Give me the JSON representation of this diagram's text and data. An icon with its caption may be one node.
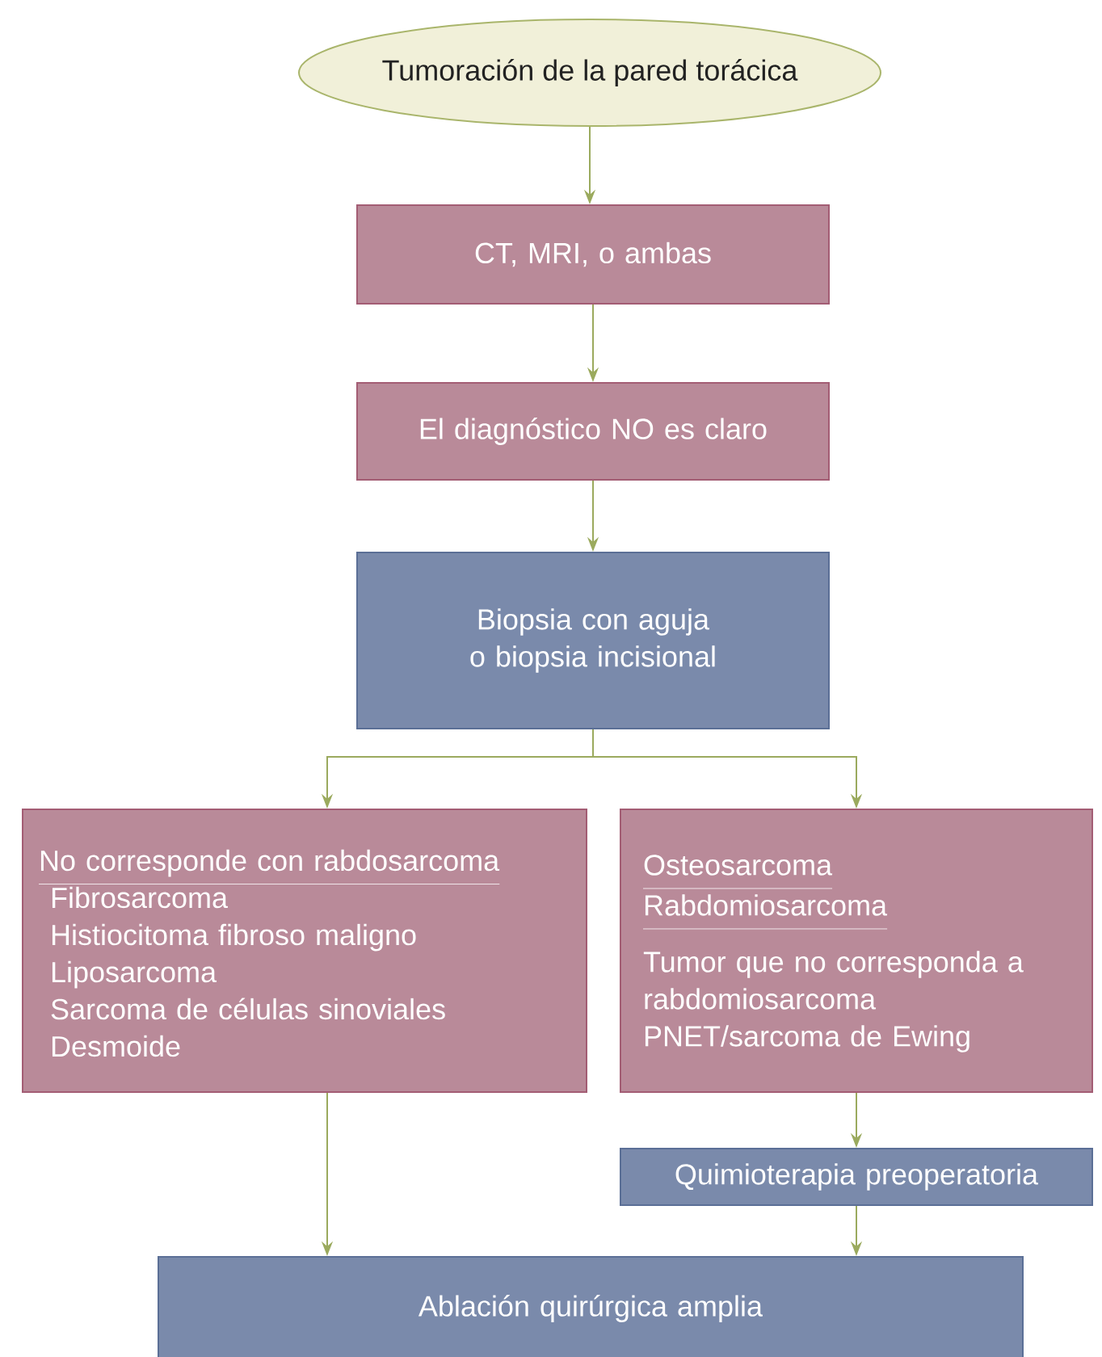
{
  "diagram": {
    "nodes": [
      {
        "text": [
          "Tumoración de la pared torácica"
        ]
      },
      {
        "text": [
          "CT, MRI, o ambas"
        ]
      },
      {
        "text": [
          "El diagnóstico NO es claro"
        ]
      },
      {
        "text": [
          "Biopsia con aguja o biopsia incisional"
        ]
      },
      {
        "text": [
          "No corresponde con rabdosarcoma",
          "Fibrosarcoma",
          "Histiocitoma fibroso maligno",
          "Liposarcoma",
          "Sarcoma de células sinoviales",
          "Desmoide"
        ]
      },
      {
        "text": [
          "Osteosarcoma Rabdomiosarcoma",
          "Tumor que no corresponda a rabdomiosarcoma",
          "PNET/sarcoma de Ewing"
        ]
      },
      {
        "text": [
          "Quimioterapia preoperatoria"
        ]
      },
      {
        "text": [
          "Ablación quirúrgica amplia"
        ]
      }
    ],
    "edges": [
      {
        "from": 0,
        "to": 1,
        "arrow": "to"
      },
      {
        "from": 1,
        "to": 2,
        "arrow": "to"
      },
      {
        "from": 2,
        "to": 3,
        "arrow": "to"
      },
      {
        "from": 3,
        "to": 4,
        "arrow": "to"
      },
      {
        "from": 3,
        "to": 5,
        "arrow": "to"
      },
      {
        "from": 4,
        "to": 7,
        "arrow": "to"
      },
      {
        "from": 5,
        "to": 6,
        "arrow": "to"
      },
      {
        "from": 6,
        "to": 7,
        "arrow": "to"
      }
    ]
  }
}
